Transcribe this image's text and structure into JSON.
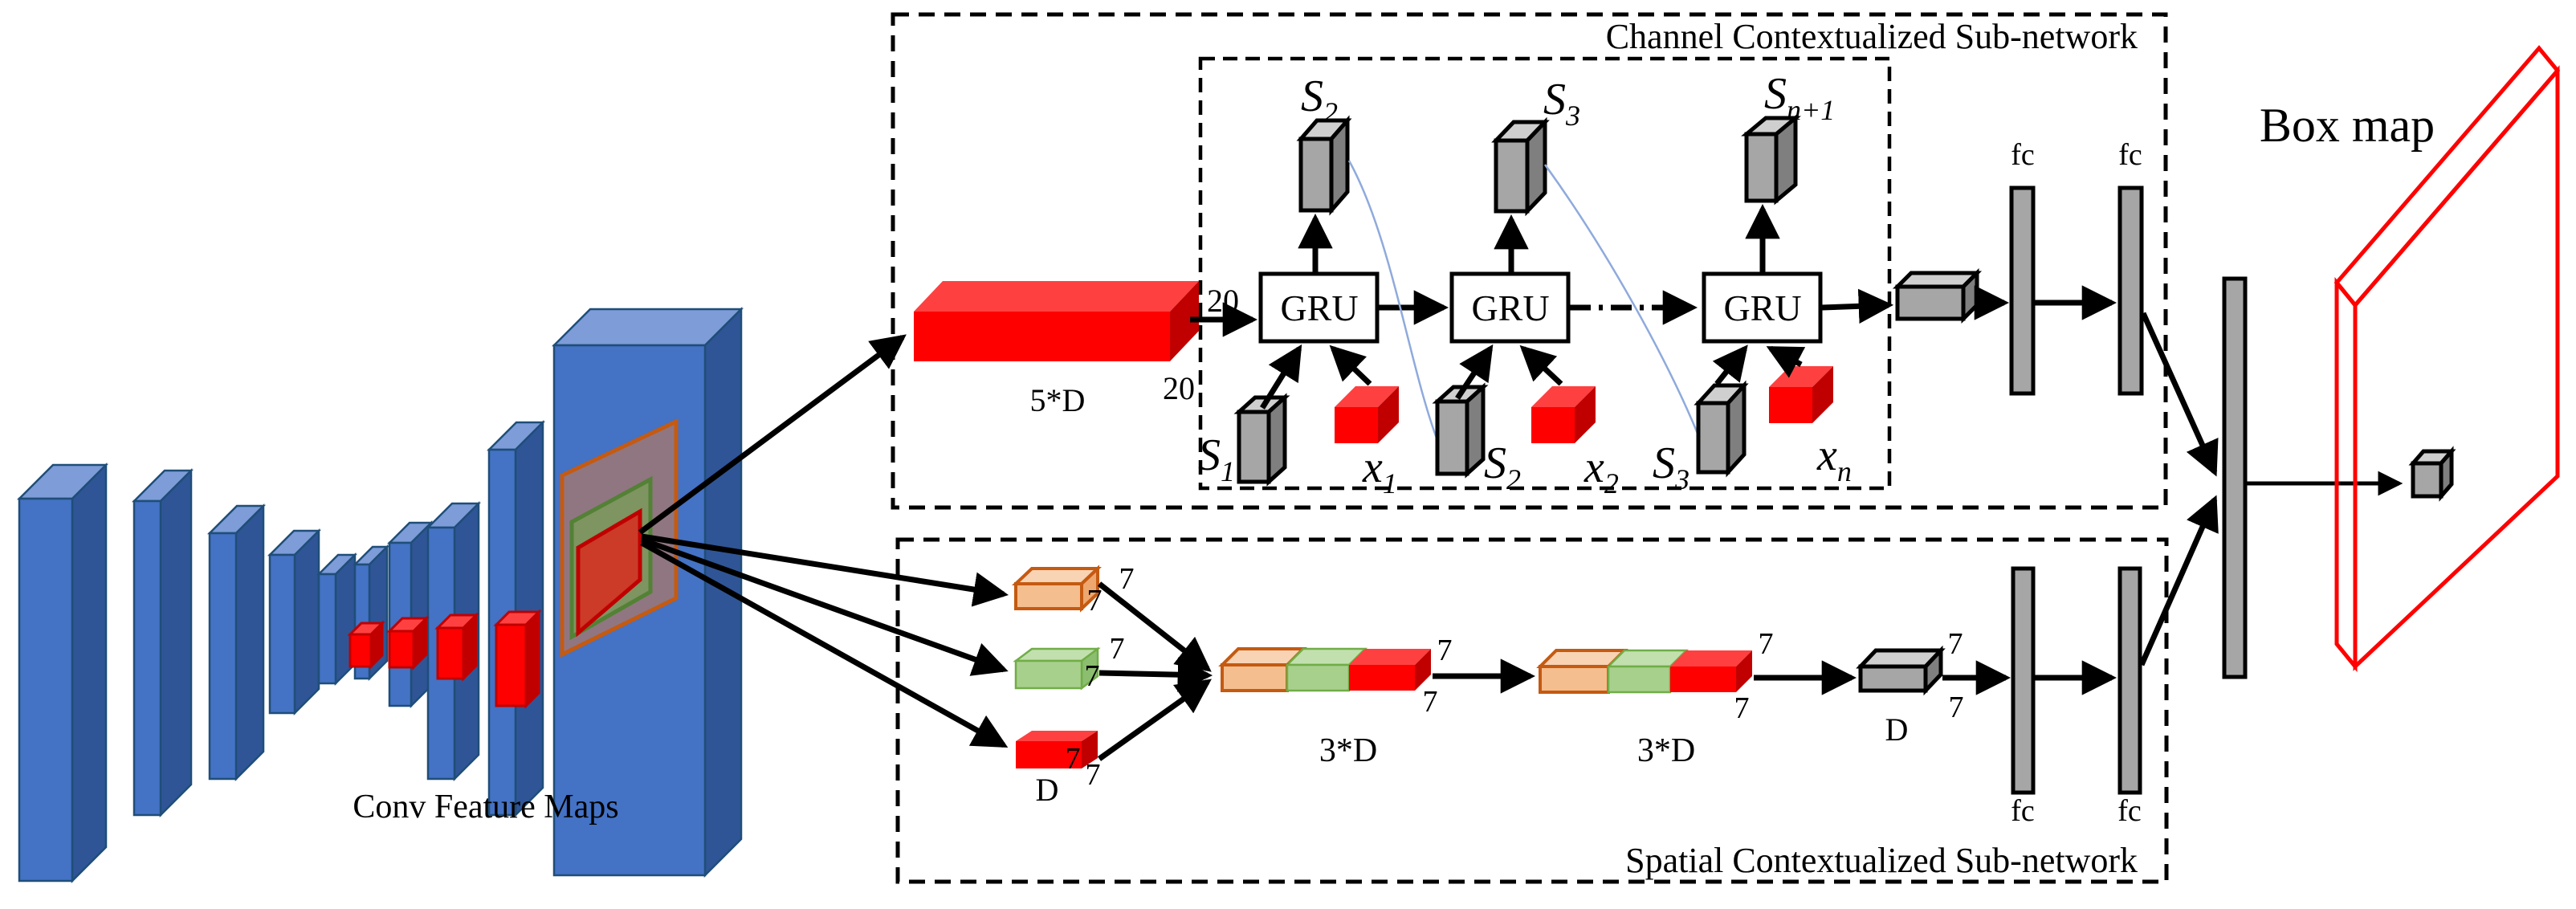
{
  "titles": {
    "channel": "Channel Contextualized Sub-network",
    "spatial": "Spatial Contextualized Sub-network",
    "conv": "Conv Feature Maps",
    "box_map": "Box map"
  },
  "channel": {
    "gru": "GRU",
    "input_label": "5*D",
    "dim_top": "20",
    "dim_left": "20",
    "outputs": [
      {
        "base": "S",
        "sub": "2"
      },
      {
        "base": "S",
        "sub": "3"
      },
      {
        "base": "S",
        "sub": "n+1"
      }
    ],
    "state_inputs": [
      {
        "base": "S",
        "sub": "1"
      },
      {
        "base": "S",
        "sub": "2"
      },
      {
        "base": "S",
        "sub": "3"
      }
    ],
    "x_inputs": [
      {
        "base": "x",
        "sub": "1"
      },
      {
        "base": "x",
        "sub": "2"
      },
      {
        "base": "x",
        "sub": "n"
      }
    ],
    "fc": [
      "fc",
      "fc"
    ]
  },
  "spatial": {
    "dim": "7",
    "roi_depth_label": "D",
    "concat_labels": [
      "3*D",
      "3*D"
    ],
    "pooled_label": "D",
    "fc": [
      "fc",
      "fc"
    ]
  },
  "colors": {
    "blue_front": "#4472C4",
    "blue_top": "#7D9CD8",
    "blue_side": "#2F5597",
    "blue_stroke": "#1F4E79",
    "gray": "#A6A6A6",
    "gray_top": "#CFCFCF",
    "gray_side": "#7F7F7F",
    "red": "#FF0000",
    "red_top": "#FF4040",
    "red_side": "#C00000",
    "orange": "#F5BE8E",
    "orange_top": "#F8D3B4",
    "orange_side": "#EDA76F",
    "orange_stroke": "#C55A11",
    "green": "#A8D08D",
    "green_top": "#C2E0AE",
    "green_side": "#8CBE70",
    "green_stroke": "#70AD47",
    "curve_blue": "#8FAADC"
  }
}
